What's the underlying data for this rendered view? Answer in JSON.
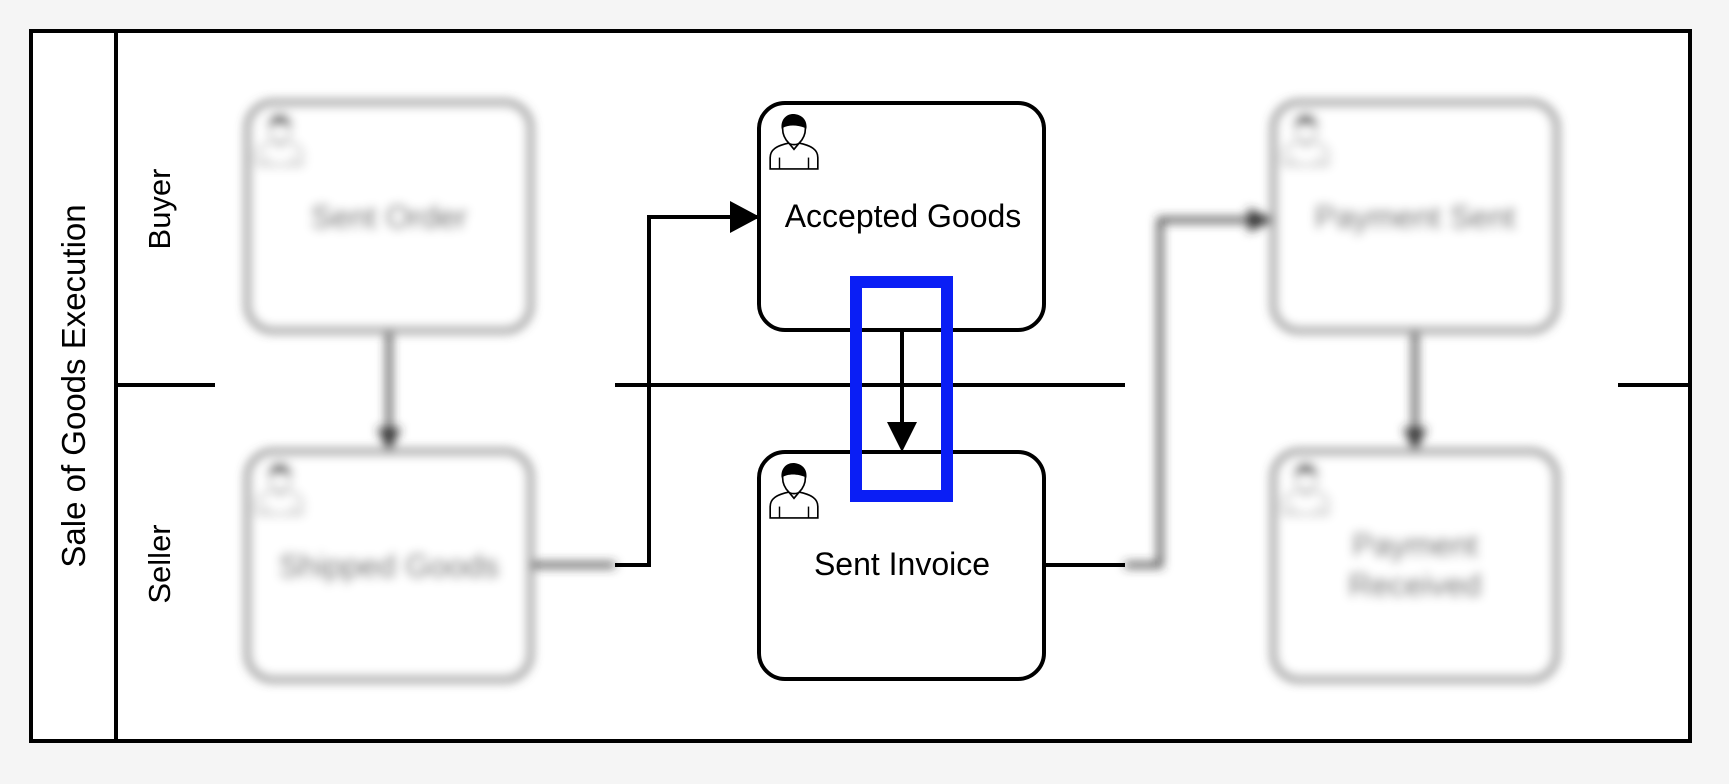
{
  "diagram": {
    "type": "bpmn-collaboration",
    "pool": {
      "label": "Sale of Goods Execution"
    },
    "lanes": [
      {
        "id": "buyer",
        "label": "Buyer"
      },
      {
        "id": "seller",
        "label": "Seller"
      }
    ],
    "tasks": [
      {
        "id": "sent-order",
        "label": "Sent Order",
        "lane": "buyer",
        "task_type": "user",
        "blurred": true
      },
      {
        "id": "accepted-goods",
        "label": "Accepted Goods",
        "lane": "buyer",
        "task_type": "user",
        "blurred": false
      },
      {
        "id": "payment-sent",
        "label": "Payment Sent",
        "lane": "buyer",
        "task_type": "user",
        "blurred": true
      },
      {
        "id": "shipped-goods",
        "label": "Shipped Goods",
        "lane": "seller",
        "task_type": "user",
        "blurred": true
      },
      {
        "id": "sent-invoice",
        "label": "Sent Invoice",
        "lane": "seller",
        "task_type": "user",
        "blurred": false
      },
      {
        "id": "payment-received",
        "label_lines": [
          "Payment",
          "Received"
        ],
        "lane": "seller",
        "task_type": "user",
        "blurred": true
      }
    ],
    "flows": [
      {
        "from": "sent-order",
        "to": "shipped-goods"
      },
      {
        "from": "shipped-goods",
        "to": "accepted-goods"
      },
      {
        "from": "accepted-goods",
        "to": "sent-invoice",
        "highlighted": true
      },
      {
        "from": "sent-invoice",
        "to": "payment-sent"
      },
      {
        "from": "payment-sent",
        "to": "payment-received"
      }
    ],
    "highlight_color": "#0a1ef5",
    "background_color": "#f5f5f5"
  }
}
